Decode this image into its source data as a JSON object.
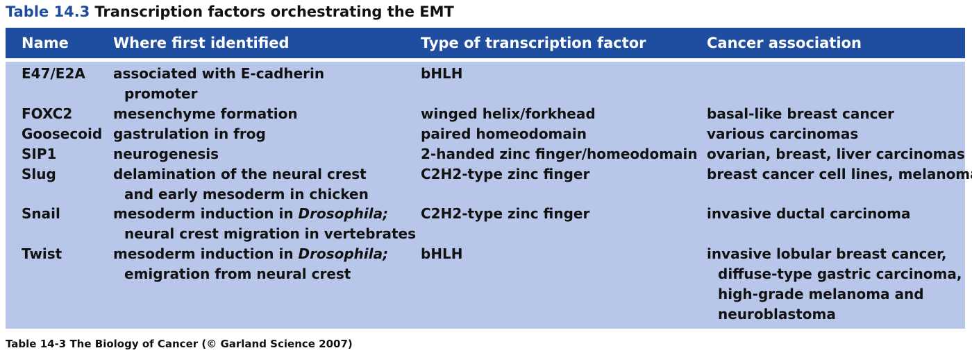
{
  "title": {
    "number": "Table 14.3",
    "text": "Transcription factors orchestrating the EMT"
  },
  "headers": [
    "Name",
    "Where first identified",
    "Type of transcription factor",
    "Cancer association"
  ],
  "rows": [
    {
      "name": "E47/E2A",
      "where_line1": "associated with E-cadherin",
      "where_line2": "promoter",
      "type": "bHLH",
      "cancer_line1": "",
      "cancer_line2": "",
      "cancer_line3": "",
      "cancer_line4": ""
    },
    {
      "name": "FOXC2",
      "where_line1": "mesenchyme formation",
      "where_line2": "",
      "type": "winged helix/forkhead",
      "cancer_line1": "basal-like breast cancer",
      "cancer_line2": "",
      "cancer_line3": "",
      "cancer_line4": ""
    },
    {
      "name": "Goosecoid",
      "where_line1": "gastrulation in frog",
      "where_line2": "",
      "type": "paired homeodomain",
      "cancer_line1": "various carcinomas",
      "cancer_line2": "",
      "cancer_line3": "",
      "cancer_line4": ""
    },
    {
      "name": "SIP1",
      "where_line1": "neurogenesis",
      "where_line2": "",
      "type": "2-handed zinc finger/homeodomain",
      "cancer_line1": "ovarian, breast, liver carcinomas",
      "cancer_line2": "",
      "cancer_line3": "",
      "cancer_line4": ""
    },
    {
      "name": "Slug",
      "where_line1": "delamination of the neural crest",
      "where_line2": "and early mesoderm in chicken",
      "type": "C2H2-type zinc finger",
      "cancer_line1": "breast cancer cell lines, melanoma",
      "cancer_line2": "",
      "cancer_line3": "",
      "cancer_line4": ""
    },
    {
      "name": "Snail",
      "where_line1_pre": "mesoderm induction in ",
      "where_line1_em": "Drosophila;",
      "where_line2": "neural crest migration in vertebrates",
      "type": "C2H2-type zinc finger",
      "cancer_line1": "invasive ductal carcinoma",
      "cancer_line2": "",
      "cancer_line3": "",
      "cancer_line4": ""
    },
    {
      "name": "Twist",
      "where_line1_pre": "mesoderm induction in ",
      "where_line1_em": "Drosophila;",
      "where_line2": "emigration from neural crest",
      "type": "bHLH",
      "cancer_line1": "invasive lobular breast cancer,",
      "cancer_line2": "diffuse-type gastric carcinoma,",
      "cancer_line3": "high-grade melanoma and",
      "cancer_line4": "neuroblastoma"
    }
  ],
  "caption": "Table 14-3  The Biology of Cancer (© Garland Science 2007)",
  "colors": {
    "header_bg": "#1f4d9f",
    "body_bg": "#b7c6e9",
    "title_number": "#1f4b9c"
  }
}
